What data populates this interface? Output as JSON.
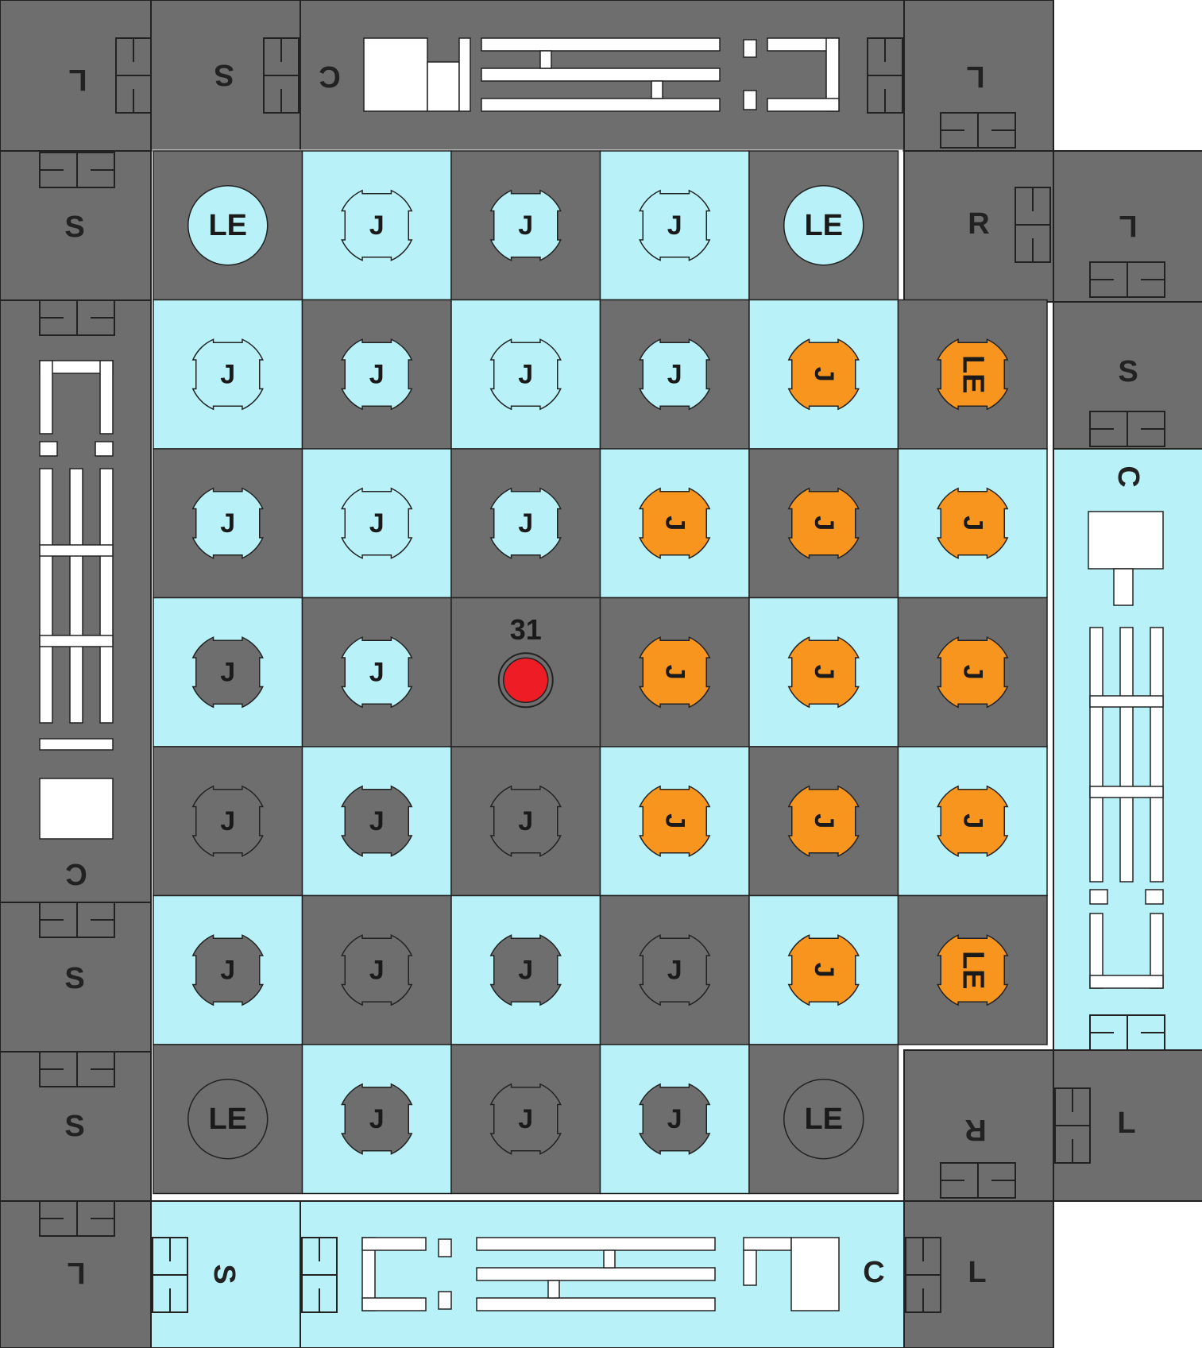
{
  "colors": {
    "gray": "#6e6e6e",
    "light": "#b8f2f8",
    "orange": "#f7951e",
    "red": "#ee1c24",
    "white": "#ffffff",
    "outline": "#222222"
  },
  "board_rows": [
    [
      {
        "square": "dark",
        "piece": {
          "label": "LE",
          "color": "light",
          "shape": "round",
          "rot": 0
        }
      },
      {
        "square": "light",
        "piece": {
          "label": "J",
          "color": "light",
          "shape": "notched",
          "rot": 0
        }
      },
      {
        "square": "dark",
        "piece": {
          "label": "J",
          "color": "light",
          "shape": "notched",
          "rot": 0
        }
      },
      {
        "square": "light",
        "piece": {
          "label": "J",
          "color": "light",
          "shape": "notched",
          "rot": 0
        }
      },
      {
        "square": "dark",
        "piece": {
          "label": "LE",
          "color": "light",
          "shape": "round",
          "rot": 0
        }
      }
    ],
    [
      {
        "square": "light",
        "piece": {
          "label": "J",
          "color": "light",
          "shape": "notched",
          "rot": 0
        }
      },
      {
        "square": "dark",
        "piece": {
          "label": "J",
          "color": "light",
          "shape": "notched",
          "rot": 0
        }
      },
      {
        "square": "light",
        "piece": {
          "label": "J",
          "color": "light",
          "shape": "notched",
          "rot": 0
        }
      },
      {
        "square": "dark",
        "piece": {
          "label": "J",
          "color": "light",
          "shape": "notched",
          "rot": 0
        }
      },
      {
        "square": "light",
        "piece": {
          "label": "J",
          "color": "orange",
          "shape": "notched",
          "rot": 90
        }
      },
      {
        "square": "dark",
        "piece": {
          "label": "LE",
          "color": "orange",
          "shape": "notched",
          "rot": 90
        }
      }
    ],
    [
      {
        "square": "dark",
        "piece": {
          "label": "J",
          "color": "light",
          "shape": "notched",
          "rot": 0
        }
      },
      {
        "square": "light",
        "piece": {
          "label": "J",
          "color": "light",
          "shape": "notched",
          "rot": 0
        }
      },
      {
        "square": "dark",
        "piece": {
          "label": "J",
          "color": "light",
          "shape": "notched",
          "rot": 0
        }
      },
      {
        "square": "light",
        "piece": {
          "label": "J",
          "color": "orange",
          "shape": "notched",
          "rot": 90
        }
      },
      {
        "square": "dark",
        "piece": {
          "label": "J",
          "color": "orange",
          "shape": "notched",
          "rot": 90
        }
      },
      {
        "square": "light",
        "piece": {
          "label": "J",
          "color": "orange",
          "shape": "notched",
          "rot": 90
        }
      }
    ],
    [
      {
        "square": "light",
        "piece": {
          "label": "J",
          "color": "gray",
          "shape": "notched",
          "rot": 0
        }
      },
      {
        "square": "dark",
        "piece": {
          "label": "J",
          "color": "light",
          "shape": "notched",
          "rot": 0
        }
      },
      {
        "square": "dark",
        "marker": {
          "label": "31"
        }
      },
      {
        "square": "dark",
        "piece": {
          "label": "J",
          "color": "orange",
          "shape": "notched",
          "rot": 90
        }
      },
      {
        "square": "light",
        "piece": {
          "label": "J",
          "color": "orange",
          "shape": "notched",
          "rot": 90
        }
      },
      {
        "square": "dark",
        "piece": {
          "label": "J",
          "color": "orange",
          "shape": "notched",
          "rot": 90
        }
      }
    ],
    [
      {
        "square": "dark",
        "piece": {
          "label": "J",
          "color": "gray",
          "shape": "notched",
          "rot": 0
        }
      },
      {
        "square": "light",
        "piece": {
          "label": "J",
          "color": "gray",
          "shape": "notched",
          "rot": 0
        }
      },
      {
        "square": "dark",
        "piece": {
          "label": "J",
          "color": "gray",
          "shape": "notched",
          "rot": 0
        }
      },
      {
        "square": "light",
        "piece": {
          "label": "J",
          "color": "orange",
          "shape": "notched",
          "rot": 90
        }
      },
      {
        "square": "dark",
        "piece": {
          "label": "J",
          "color": "orange",
          "shape": "notched",
          "rot": 90
        }
      },
      {
        "square": "light",
        "piece": {
          "label": "J",
          "color": "orange",
          "shape": "notched",
          "rot": 90
        }
      }
    ],
    [
      {
        "square": "light",
        "piece": {
          "label": "J",
          "color": "gray",
          "shape": "notched",
          "rot": 0
        }
      },
      {
        "square": "dark",
        "piece": {
          "label": "J",
          "color": "gray",
          "shape": "notched",
          "rot": 0
        }
      },
      {
        "square": "light",
        "piece": {
          "label": "J",
          "color": "gray",
          "shape": "notched",
          "rot": 0
        }
      },
      {
        "square": "dark",
        "piece": {
          "label": "J",
          "color": "gray",
          "shape": "notched",
          "rot": 0
        }
      },
      {
        "square": "light",
        "piece": {
          "label": "J",
          "color": "orange",
          "shape": "notched",
          "rot": 90
        }
      },
      {
        "square": "dark",
        "piece": {
          "label": "LE",
          "color": "orange",
          "shape": "notched",
          "rot": 90
        }
      }
    ],
    [
      {
        "square": "dark",
        "piece": {
          "label": "LE",
          "color": "gray",
          "shape": "round",
          "rot": 0
        }
      },
      {
        "square": "light",
        "piece": {
          "label": "J",
          "color": "gray",
          "shape": "notched",
          "rot": 0
        }
      },
      {
        "square": "dark",
        "piece": {
          "label": "J",
          "color": "gray",
          "shape": "notched",
          "rot": 0
        }
      },
      {
        "square": "light",
        "piece": {
          "label": "J",
          "color": "gray",
          "shape": "notched",
          "rot": 0
        }
      },
      {
        "square": "dark",
        "piece": {
          "label": "LE",
          "color": "gray",
          "shape": "round",
          "rot": 0
        }
      }
    ]
  ],
  "outer_tiles": [
    {
      "name": "tile-top-1",
      "label": "L",
      "fill": "gray",
      "rot": 180
    },
    {
      "name": "tile-top-2",
      "label": "S",
      "fill": "gray",
      "rot": 180
    },
    {
      "name": "tile-top-3",
      "label": "C",
      "fill": "gray",
      "rot": 180
    },
    {
      "name": "tile-top-4",
      "label": "L",
      "fill": "gray",
      "rot": 180
    },
    {
      "name": "tile-row1-right",
      "label": "R",
      "fill": "gray",
      "rot": 0
    },
    {
      "name": "tile-row1-far-right",
      "label": "L",
      "fill": "gray",
      "rot": 180
    },
    {
      "name": "tile-left-1",
      "label": "S",
      "fill": "gray",
      "rot": 0
    },
    {
      "name": "tile-left-2",
      "label": "C",
      "fill": "gray",
      "rot": 180
    },
    {
      "name": "tile-left-3",
      "label": "S",
      "fill": "gray",
      "rot": 0
    },
    {
      "name": "tile-left-4",
      "label": "S",
      "fill": "gray",
      "rot": 0
    },
    {
      "name": "tile-left-5",
      "label": "L",
      "fill": "gray",
      "rot": 180
    },
    {
      "name": "tile-right-1",
      "label": "S",
      "fill": "gray",
      "rot": 0
    },
    {
      "name": "tile-right-2",
      "label": "C",
      "fill": "light",
      "rot": 90
    },
    {
      "name": "tile-row7-right",
      "label": "R",
      "fill": "gray",
      "rot": 180
    },
    {
      "name": "tile-row7-far-right",
      "label": "L",
      "fill": "gray",
      "rot": 0
    },
    {
      "name": "tile-bottom-1",
      "label": "S",
      "fill": "light",
      "rot": 90
    },
    {
      "name": "tile-bottom-2",
      "label": "C",
      "fill": "light",
      "rot": 0
    },
    {
      "name": "tile-bottom-3",
      "label": "L",
      "fill": "gray",
      "rot": 0
    }
  ]
}
